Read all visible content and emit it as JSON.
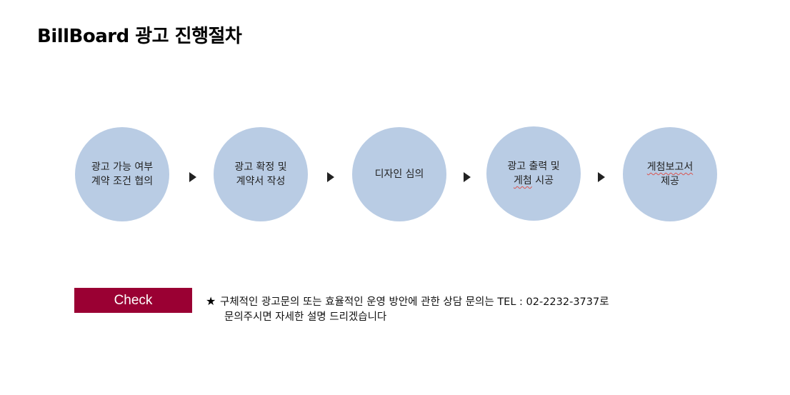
{
  "title": "BillBoard 광고 진행절차",
  "steps": [
    {
      "line1": "광고 가능 여부",
      "line2": "계약 조건 협의"
    },
    {
      "line1": "광고 확정 및",
      "line2": "계약서 작성"
    },
    {
      "line1": "디자인 심의",
      "line2": ""
    },
    {
      "line1": "광고 출력 및",
      "line2_a": "게첨",
      "line2_b": " 시공"
    },
    {
      "line1": "게첨보고서",
      "line2": "제공"
    }
  ],
  "check": {
    "label": "Check",
    "star": "★",
    "line1": "구체적인 광고문의 또는 효율적인 운영 방안에 관한  상담 문의는  TEL : 02-2232-3737로",
    "line2": "문의주시면 자세한 설명 드리겠습니다"
  },
  "colors": {
    "circle": "#b9cce4",
    "badge": "#9a0033",
    "arrow": "#222222"
  }
}
